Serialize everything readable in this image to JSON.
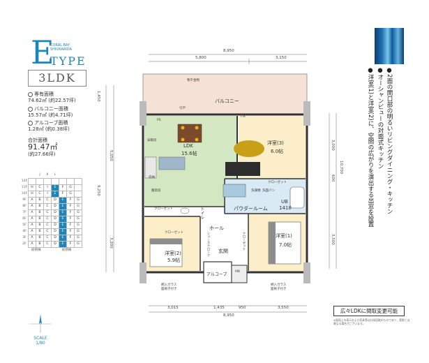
{
  "brand": {
    "type_letter": "E",
    "type_word": "TYPE",
    "brand_line1": "CORAL BAY",
    "brand_line2": "SHIOKARIDA",
    "layout_name": "3LDK"
  },
  "specs": {
    "floor_area_label": "専有面積",
    "floor_area_value": "74.62㎡",
    "floor_area_tsubo": "(約22.57坪)",
    "balcony_label": "バルコニー面積",
    "balcony_value": "15.57㎡",
    "balcony_tsubo": "(約4.71坪)",
    "alcove_label": "アルコーブ面積",
    "alcove_value": "1.28㎡",
    "alcove_tsubo": "(約0.38坪)",
    "total_label": "合計面積",
    "total_value": "91.47㎡",
    "total_tsubo": "(約27.66坪)"
  },
  "floor_table": {
    "columns": [
      "J",
      "K",
      "L"
    ],
    "rows": [
      {
        "floor": "12F",
        "cells": [
          "",
          "",
          "",
          "",
          "",
          "",
          ""
        ]
      },
      {
        "floor": "11F",
        "cells": [
          "H",
          "C",
          "I",
          "E",
          "F",
          "G",
          ""
        ]
      },
      {
        "floor": "10F",
        "cells": [
          "H",
          "C",
          "I",
          "E",
          "F",
          "G",
          ""
        ]
      },
      {
        "floor": "9F",
        "cells": [
          "A",
          "B",
          "C",
          "D",
          "E",
          "F",
          "G"
        ]
      },
      {
        "floor": "8F",
        "cells": [
          "A",
          "B",
          "C",
          "D",
          "E",
          "F",
          "G"
        ]
      },
      {
        "floor": "7F",
        "cells": [
          "A",
          "B",
          "C",
          "D",
          "E",
          "F",
          "G"
        ]
      },
      {
        "floor": "6F",
        "cells": [
          "A",
          "B",
          "C",
          "D",
          "E",
          "F",
          "G"
        ]
      },
      {
        "floor": "5F",
        "cells": [
          "A",
          "B",
          "C",
          "D",
          "E",
          "F",
          "G"
        ]
      },
      {
        "floor": "4F",
        "cells": [
          "A",
          "B",
          "C",
          "D",
          "E",
          "F",
          "G"
        ]
      },
      {
        "floor": "3F",
        "cells": [
          "A",
          "B",
          "C",
          "D",
          "E",
          "F",
          "G"
        ]
      },
      {
        "floor": "2F",
        "cells": [
          "A",
          "B",
          "C",
          "D",
          "E",
          "F",
          "G"
        ]
      }
    ],
    "footer_left": "総務棟",
    "footer_right": "総務棟",
    "highlight_letter": "E"
  },
  "scale": {
    "label": "SCALE",
    "value": "1/80"
  },
  "dimensions": {
    "top_total": "8,950",
    "top_left": "5,800",
    "top_right": "3,150",
    "bottom_total": "8,950",
    "bottom_1": "3,015",
    "bottom_2": "1,435",
    "bottom_3": "950",
    "bottom_4": "3,550",
    "left_1": "1,450",
    "left_2": "5,050",
    "left_total": "9,250",
    "left_3": "3,200",
    "right_1": "3,000",
    "right_2": "600",
    "right_3": "3,500",
    "right_total": "10,700"
  },
  "rooms": {
    "balcony": "バルコニー",
    "ldk": "LDK",
    "ldk_size": "15.6帖",
    "western3": "洋室(3)",
    "western3_size": "6.0帖",
    "western1": "洋室(1)",
    "western1_size": "7.0帖",
    "western2": "洋室(2)",
    "western2_size": "5.9帖",
    "powder": "パウダールーム",
    "ub": "UB",
    "ub_size": "1418",
    "hall": "ホール",
    "entrance": "玄関",
    "alcove": "アルコーブ",
    "toilet": "トイレ",
    "closet": "クローゼット",
    "closet2": "クローゼット",
    "closet3": "クローゼット",
    "closet4": "クローゼット",
    "shoes": "シューズクローク",
    "mb": "MB",
    "washer": "洗濯機",
    "storage": "収納",
    "pantry": "洗面パン",
    "window": "腰高窓",
    "fix": "FIX",
    "ps": "PS",
    "kitchen_note": "床暖房",
    "sliding": "引戸",
    "pipe": "物干金物",
    "sash1": "網入ガラス",
    "sash2": "面格子付き"
  },
  "feature_text": {
    "line1": "●2面の開口部の明るいリビングダイニング・キッチン",
    "line2": "●オーシャンビューの対面式キッチン",
    "line3": "●洋室(1)と洋室(2)に、空間の広がりを演出する出窓を設置"
  },
  "note": {
    "box": "広々LDKに間取変更可能",
    "small": "※図面上の表示および家具等は計画段階のものであり、実際とは異なる場合がございます。"
  },
  "colors": {
    "brand": "#1d86b8",
    "ldk_fill": "#d3e7c3",
    "western_fill": "#fbeec8",
    "wet_fill": "#d9eaf5",
    "balcony_fill": "#f5e1d6"
  }
}
